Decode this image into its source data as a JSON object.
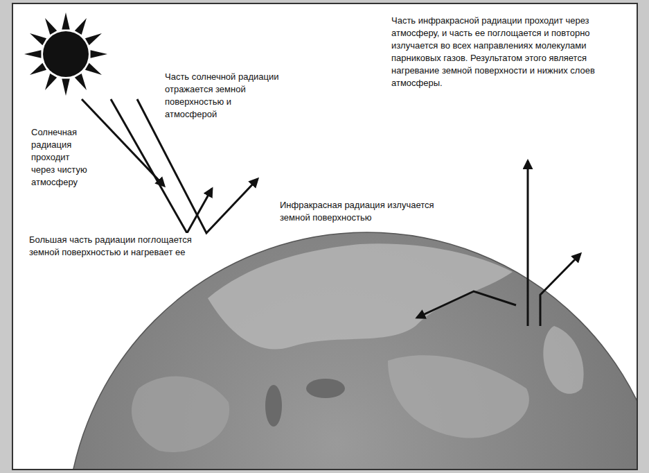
{
  "diagram": {
    "labels": [
      "Часть солнечной радиации отражается земной поверхностью и атмосферой",
      "Часть инфракрасной радиации проходит через атмосферу, и часть ее поглощается и повторно излучается во всех направлениях молекулами парниковых газов. Результатом этого является нагревание земной поверхности и нижних слоев атмосферы.",
      "Солнечная радиация проходит через чистую атмосферу",
      "Инфракрасная радиация излучается земной поверхностью",
      "Большая часть радиации поглощается земной поверхностью и нагревает ее"
    ]
  }
}
